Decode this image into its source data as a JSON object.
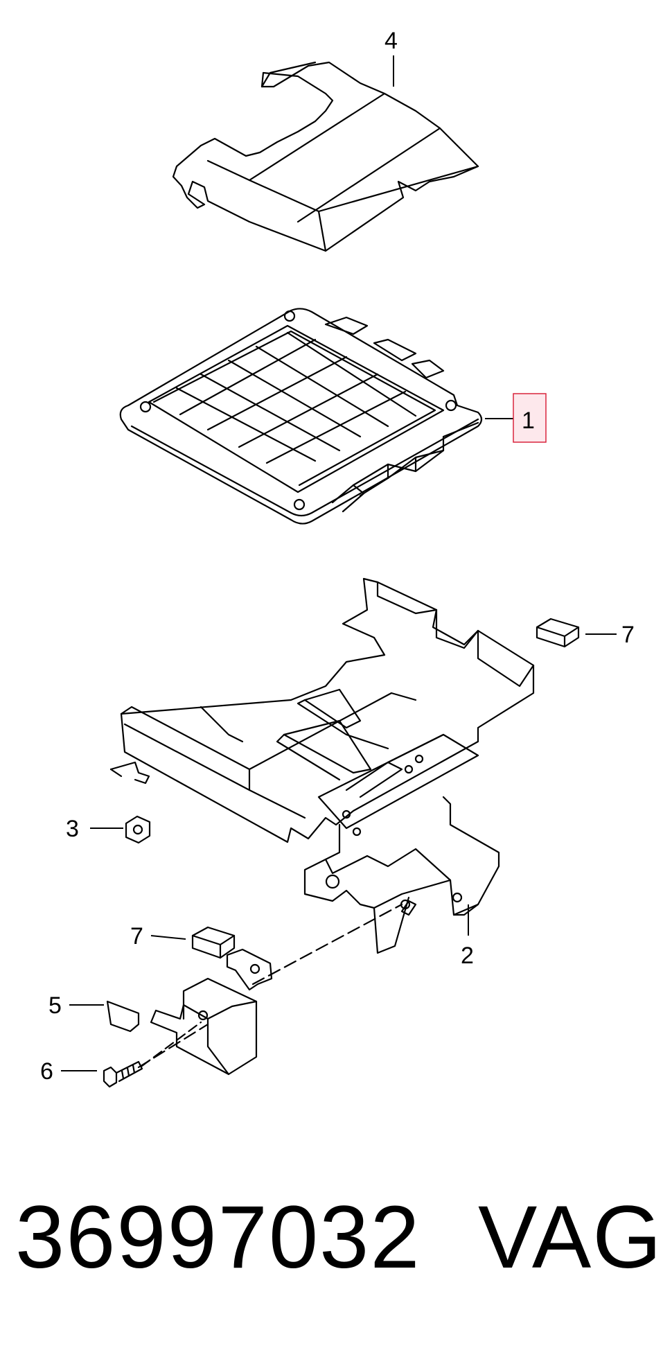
{
  "diagram": {
    "callouts": {
      "c1": "1",
      "c2": "2",
      "c3": "3",
      "c4": "4",
      "c5": "5",
      "c6": "6",
      "c7a": "7",
      "c7b": "7"
    },
    "highlight_color": "#fde8ec",
    "highlight_border": "#d9243c"
  },
  "footer": {
    "part_number": "36997032",
    "brand": "VAG"
  }
}
